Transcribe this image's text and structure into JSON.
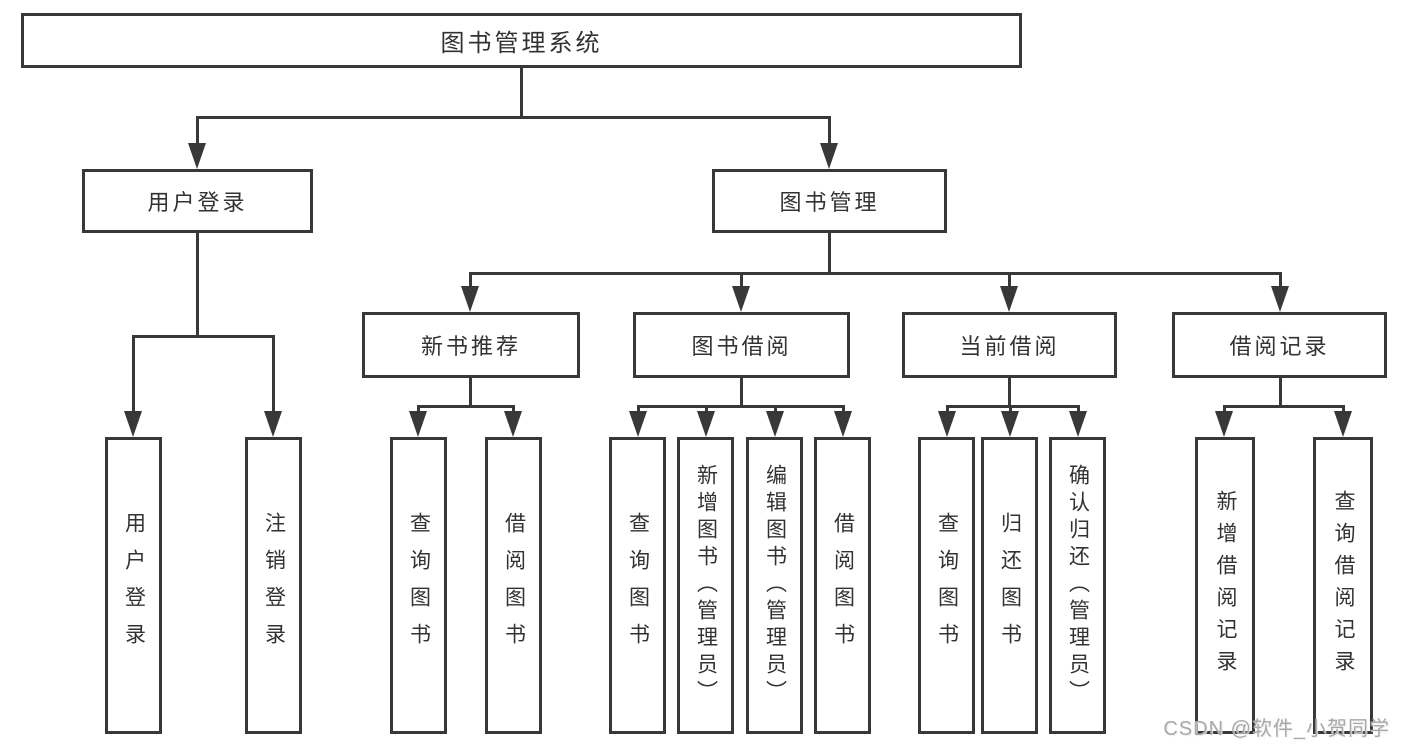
{
  "colors": {
    "line": "#383838",
    "text": "#323232",
    "background": "#ffffff",
    "watermark": "#a8a8a8"
  },
  "watermark": "CSDN @软件_小贺同学",
  "diagram": {
    "root": {
      "label": "图书管理系统"
    },
    "branches": [
      {
        "label": "用户登录",
        "children": [
          {
            "label": "用户登录"
          },
          {
            "label": "注销登录"
          }
        ]
      },
      {
        "label": "图书管理",
        "children": [
          {
            "label": "新书推荐",
            "children": [
              {
                "label": "查询图书"
              },
              {
                "label": "借阅图书"
              }
            ]
          },
          {
            "label": "图书借阅",
            "children": [
              {
                "label": "查询图书"
              },
              {
                "label": "新增图书（管理员）"
              },
              {
                "label": "编辑图书（管理员）"
              },
              {
                "label": "借阅图书"
              }
            ]
          },
          {
            "label": "当前借阅",
            "children": [
              {
                "label": "查询图书"
              },
              {
                "label": "归还图书"
              },
              {
                "label": "确认归还（管理员）"
              }
            ]
          },
          {
            "label": "借阅记录",
            "children": [
              {
                "label": "新增借阅记录"
              },
              {
                "label": "查询借阅记录"
              }
            ]
          }
        ]
      }
    ]
  }
}
